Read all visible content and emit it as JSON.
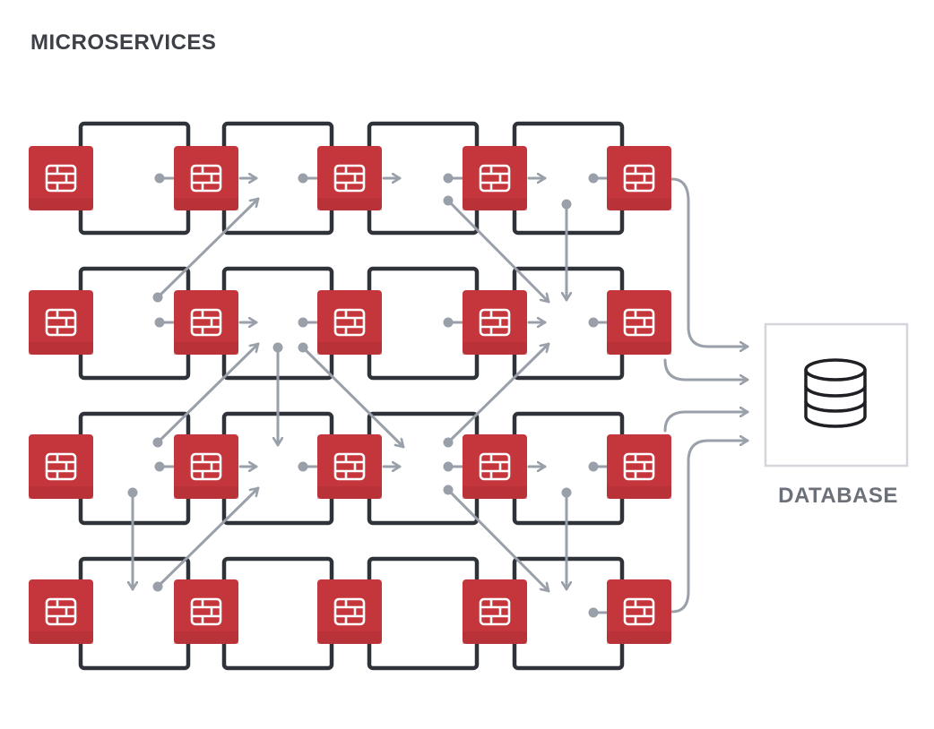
{
  "title": "MICROSERVICES",
  "database": {
    "label": "DATABASE",
    "icon": "database-icon"
  },
  "firewall_icon": "firewall-brick-icon",
  "grid": {
    "rows": 4,
    "cols": 4
  },
  "colors": {
    "frame": "#2f3238",
    "firewall": "#c5363c",
    "firewall_dark": "#a42b31",
    "arrow": "#9aa0aa",
    "database_box": "#d3d6db",
    "database_icon": "#1e2024"
  }
}
